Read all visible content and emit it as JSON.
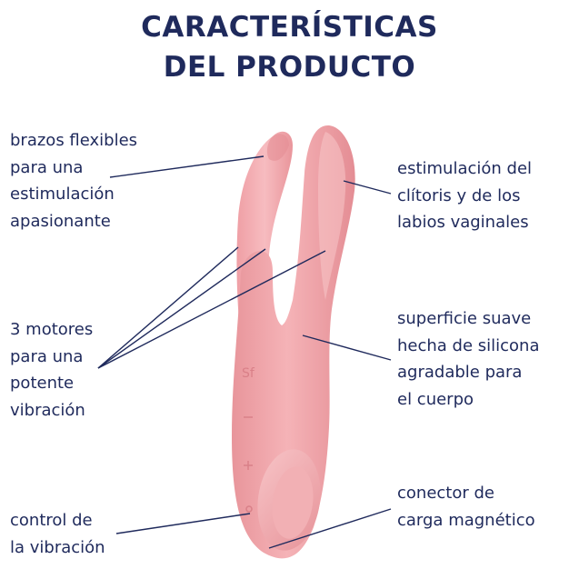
{
  "title": {
    "line1": "CARACTERÍSTICAS",
    "line2": "DEL PRODUCTO"
  },
  "features": {
    "brazos": [
      "brazos flexibles",
      "para una",
      "estimulación",
      "apasionante"
    ],
    "estimulacion": [
      "estimulación del",
      "clítoris y de los",
      "labios vaginales"
    ],
    "motores": [
      "3 motores",
      "para una",
      "potente",
      "vibración"
    ],
    "superficie": [
      "superficie suave",
      "hecha de silicona",
      "agradable para",
      "el cuerpo"
    ],
    "control": [
      "control de",
      "la vibración"
    ],
    "conector": [
      "conector de",
      "carga magnético"
    ]
  },
  "colors": {
    "text": "#1f2a5c",
    "product": "#f0a9ae"
  }
}
